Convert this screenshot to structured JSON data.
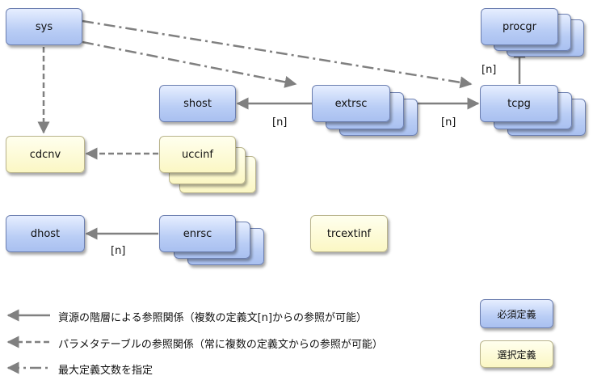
{
  "nodes": {
    "sys": "sys",
    "procgr": "procgr",
    "shost": "shost",
    "extrsc": "extrsc",
    "tcpg": "tcpg",
    "cdcnv": "cdcnv",
    "uccinf": "uccinf",
    "dhost": "dhost",
    "enrsc": "enrsc",
    "trcextinf": "trcextinf"
  },
  "multiplicity": "[n]",
  "legend": {
    "solid_line": "資源の階層による参照関係（複数の定義文[n]からの参照が可能）",
    "dashed_line": "パラメタテーブルの参照関係（常に複数の定義文からの参照が可能）",
    "dashdot_line": "最大定義文数を指定",
    "required": "必須定義",
    "optional": "選択定義"
  },
  "colors": {
    "required_fill": "#b9cdf5",
    "optional_fill": "#fbf7c4",
    "line": "#808080"
  }
}
